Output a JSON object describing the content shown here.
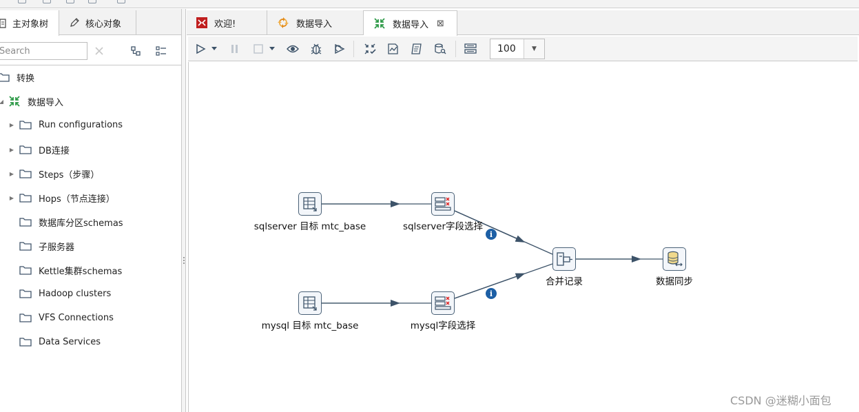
{
  "left_panel": {
    "tabs": [
      {
        "label": "主对象树"
      },
      {
        "label": "核心对象"
      }
    ],
    "search_placeholder": "Search",
    "tree": {
      "root": "转换",
      "transformation": "数据导入",
      "children": [
        "Run configurations",
        "DB连接",
        "Steps（步骤）",
        "Hops（节点连接）",
        "数据库分区schemas",
        "子服务器",
        "Kettle集群schemas",
        "Hadoop clusters",
        "VFS Connections",
        "Data Services"
      ]
    }
  },
  "editor": {
    "tabs": [
      {
        "label": "欢迎!"
      },
      {
        "label": "数据导入"
      },
      {
        "label": "数据导入"
      }
    ],
    "zoom_value": "100"
  },
  "canvas": {
    "steps": [
      {
        "label": "sqlserver 目标 mtc_base"
      },
      {
        "label": "sqlserver字段选择"
      },
      {
        "label": "mysql 目标  mtc_base"
      },
      {
        "label": "mysql字段选择"
      },
      {
        "label": "合并记录"
      },
      {
        "label": "数据同步"
      }
    ],
    "info_badge": "i"
  },
  "watermark": "CSDN @迷糊小面包",
  "colors": {
    "hop": "#3d5369",
    "info": "#1d5fa5",
    "tab_bg": "#f2f2f2",
    "red_icon": "#c01e1e",
    "green_icon": "#2e9a48",
    "orange_icon": "#e38b1a"
  }
}
